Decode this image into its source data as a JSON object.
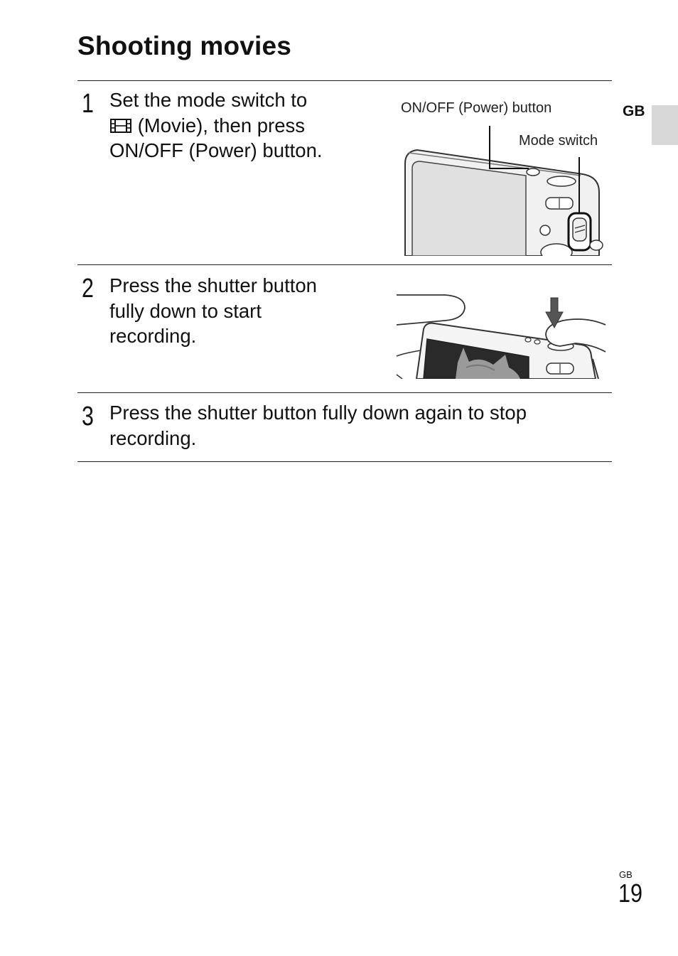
{
  "page": {
    "title": "Shooting movies",
    "side_label": "GB",
    "footer_lang": "GB",
    "page_number": "19"
  },
  "steps": [
    {
      "number": "1",
      "text_line1": "Set the mode switch to",
      "text_line2": " (Movie), then press",
      "text_line3": "ON/OFF (Power) button.",
      "icon": "movie-mode-icon",
      "callouts": [
        "ON/OFF (Power) button",
        "Mode switch"
      ]
    },
    {
      "number": "2",
      "text_line1": "Press the shutter button",
      "text_line2": "fully down to start",
      "text_line3": "recording."
    },
    {
      "number": "3",
      "text_line1": "Press the shutter button fully down again to stop",
      "text_line2": "recording."
    }
  ]
}
